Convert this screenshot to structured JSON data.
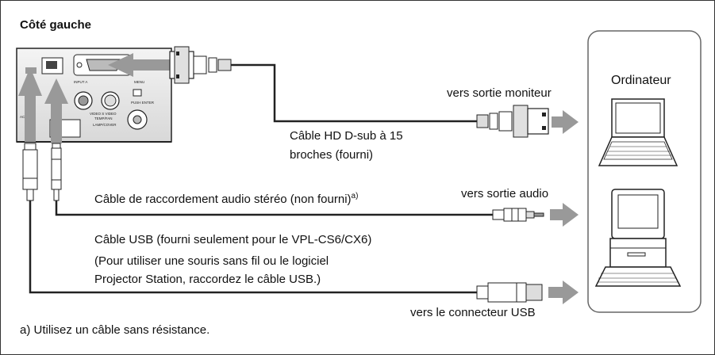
{
  "section_title": "Côté gauche",
  "computer_label": "Ordinateur",
  "labels": {
    "monitor_out": "vers sortie moniteur",
    "hd_cable_line1": "Câble HD D-sub à 15",
    "hd_cable_line2": "broches (fourni)",
    "audio_cable": "Câble de raccordement audio stéréo (non fourni)",
    "audio_cable_note_mark": "a)",
    "audio_out": "vers sortie audio",
    "usb_cable": "Câble USB (fourni seulement pour le VPL-CS6/CX6)",
    "usb_note_line1": "(Pour utiliser une souris sans fil ou le logiciel",
    "usb_note_line2": "Projector Station, raccordez le câble USB.)",
    "usb_connector": "vers le connecteur USB",
    "footnote": "a) Utilisez un câble sans résistance."
  },
  "panel_labels": {
    "input_a": "INPUT A",
    "video_svideo": "VIDEO  S VIDEO",
    "menu": "MENU",
    "push_enter": "PUSH ENTER",
    "temp_fan": "TEMP/FAN",
    "lamp_cover": "LAMP/COVER",
    "access": "ACCESS",
    "ac": "AC"
  }
}
